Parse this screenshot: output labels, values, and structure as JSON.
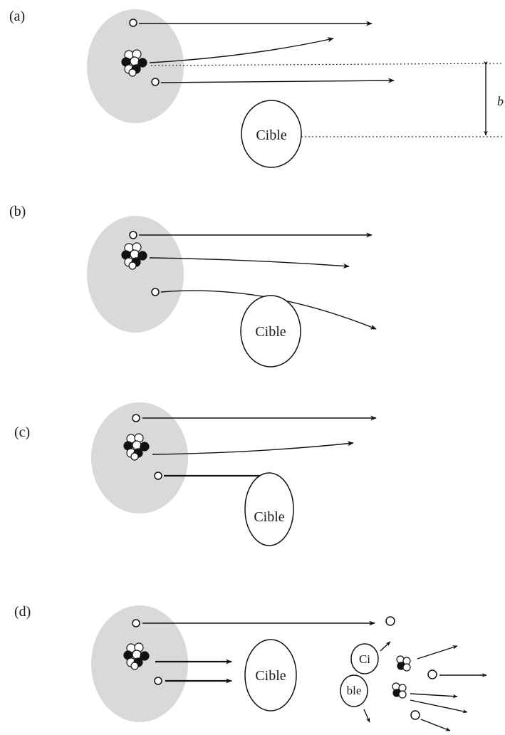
{
  "panels": [
    {
      "label": "(a)",
      "target": "Cible"
    },
    {
      "label": "(b)",
      "target": "Cible"
    },
    {
      "label": "(c)",
      "target": "Cible"
    },
    {
      "label": "(d)",
      "target": "Cible"
    }
  ],
  "impact_parameter_label": "b",
  "fragments": [
    "Ci",
    "ble"
  ]
}
